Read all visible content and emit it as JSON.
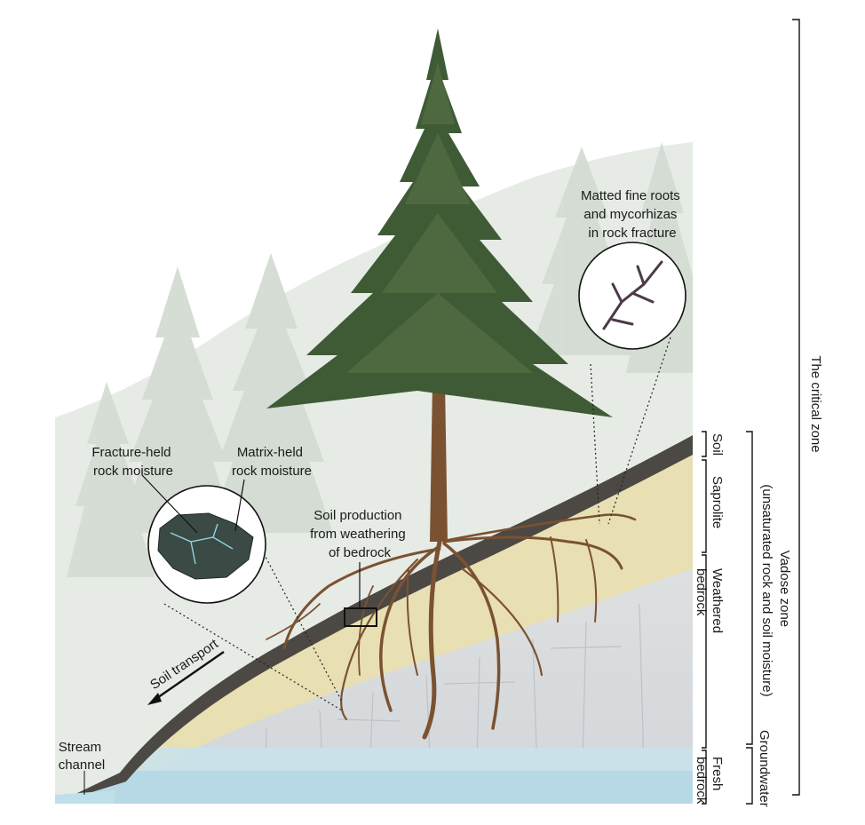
{
  "labels": {
    "matted_roots": [
      "Matted fine roots",
      "and mycorhizas",
      "in rock fracture"
    ],
    "fracture_moisture": [
      "Fracture-held",
      "rock moisture"
    ],
    "matrix_moisture": [
      "Matrix-held",
      "rock moisture"
    ],
    "soil_production": [
      "Soil production",
      "from weathering",
      "of bedrock"
    ],
    "soil_transport": "Soil transport",
    "stream_channel": [
      "Stream",
      "channel"
    ],
    "soil": "Soil",
    "saprolite": "Saprolite",
    "weathered_bedrock": [
      "Weathered",
      "bedrock"
    ],
    "fresh_bedrock": [
      "Fresh",
      "bedrock"
    ],
    "vadose_zone": [
      "Vadose zone",
      "(unsaturated rock and soil moisture)"
    ],
    "groundwater": "Groundwater",
    "critical_zone": "The critical zone"
  },
  "colors": {
    "background_forest": "#e3e8e2",
    "foliage": "#3e5a34",
    "trunk": "#7a5232",
    "soil": "#4a4642",
    "saprolite": "#e6ddb0",
    "weathered_bedrock": "#d9dcdf",
    "fresh_bedrock": "#cfe3ea",
    "groundwater": "#b9dbe6"
  }
}
